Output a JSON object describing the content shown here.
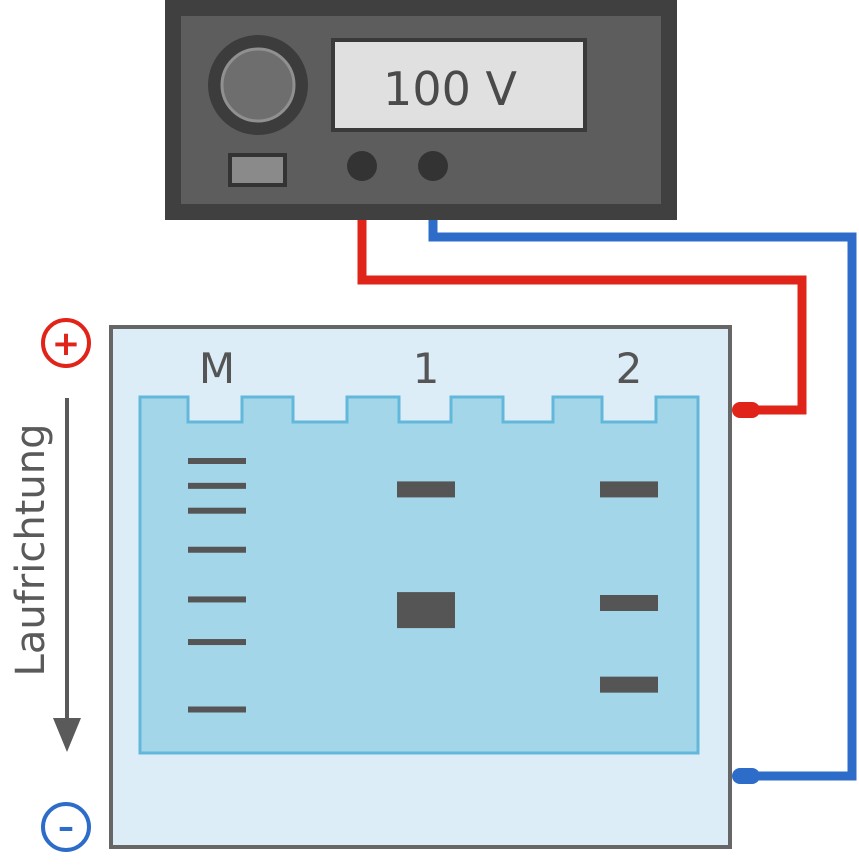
{
  "power_supply": {
    "display_value": "100 V",
    "colors": {
      "outer": "#404040",
      "face": "#5d5d5d",
      "display": "#e0e0e0",
      "text": "#4a4a4a"
    }
  },
  "wires": {
    "positive_color": "#e02419",
    "negative_color": "#2d6cc9"
  },
  "electrodes": {
    "plus_symbol": "+",
    "minus_symbol": "–"
  },
  "direction": {
    "label": "Laufrichtung",
    "color": "#5a5a5a"
  },
  "gel": {
    "lanes": [
      {
        "id": "M",
        "label": "M",
        "bands": [
          {
            "pos": 0.0,
            "thick": 1
          },
          {
            "pos": 0.07,
            "thick": 1
          },
          {
            "pos": 0.14,
            "thick": 1
          },
          {
            "pos": 0.25,
            "thick": 1
          },
          {
            "pos": 0.39,
            "thick": 1
          },
          {
            "pos": 0.51,
            "thick": 1
          },
          {
            "pos": 0.7,
            "thick": 1
          }
        ]
      },
      {
        "id": "1",
        "label": "1",
        "bands": [
          {
            "pos": 0.08,
            "thick": 2
          },
          {
            "pos": 0.42,
            "thick": 5
          }
        ]
      },
      {
        "id": "2",
        "label": "2",
        "bands": [
          {
            "pos": 0.08,
            "thick": 2
          },
          {
            "pos": 0.4,
            "thick": 2
          },
          {
            "pos": 0.63,
            "thick": 2
          }
        ]
      }
    ],
    "colors": {
      "chamber": "#dcedf7",
      "gel": "#a4d6ea",
      "gel_border": "#62b8db",
      "band": "#555555"
    }
  }
}
